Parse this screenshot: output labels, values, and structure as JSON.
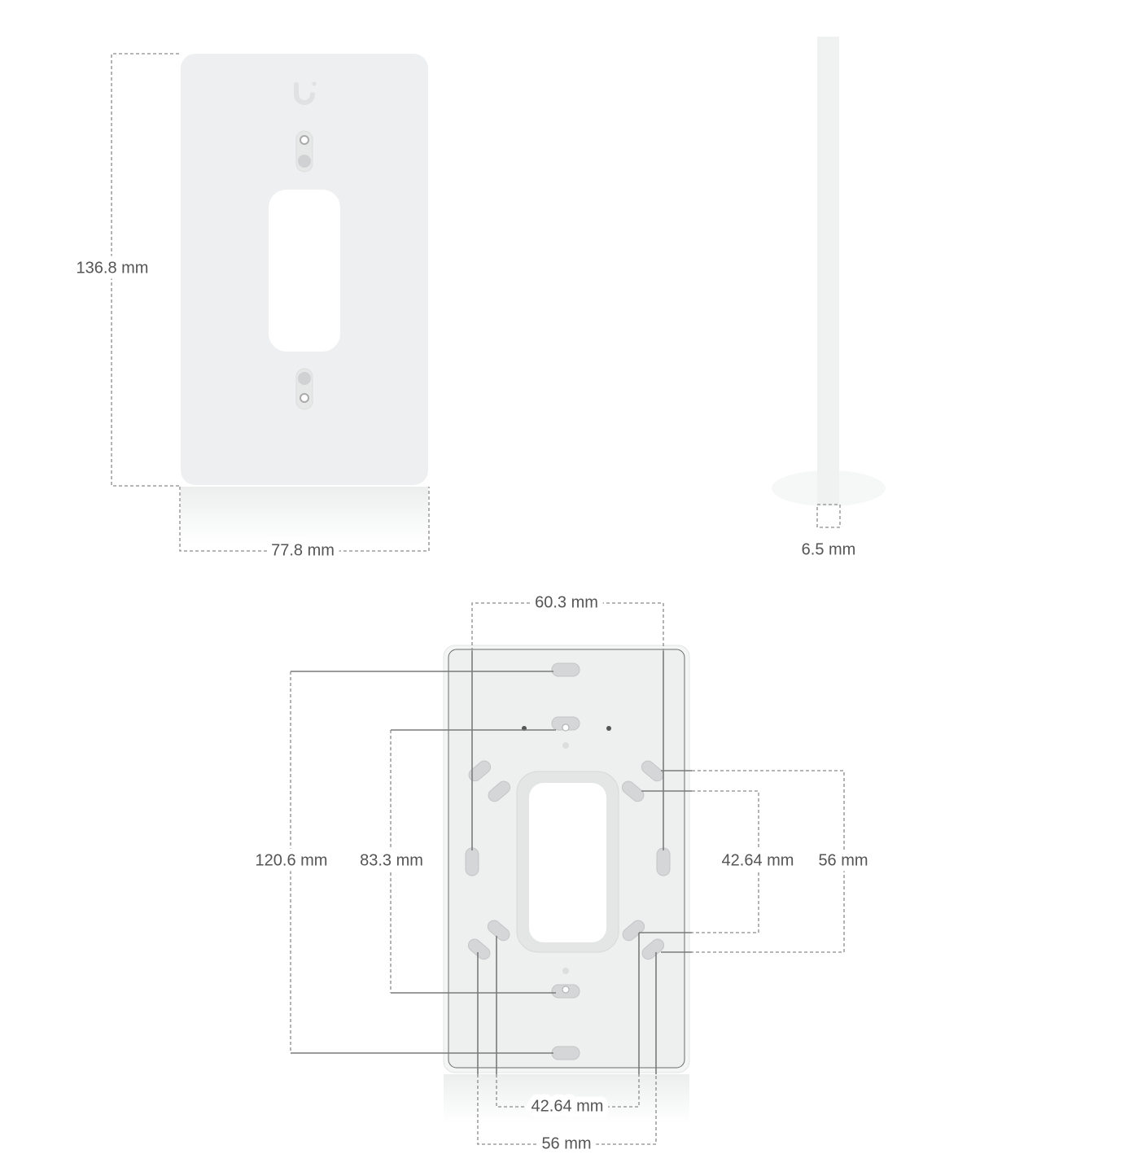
{
  "front_view": {
    "height_label": "136.8 mm",
    "width_label": "77.8 mm",
    "logo": "ubiquiti-u-logo"
  },
  "side_view": {
    "depth_label": "6.5 mm"
  },
  "back_view": {
    "top_hole_spacing_label": "60.3 mm",
    "outer_vertical_label": "120.6 mm",
    "inner_vertical_label": "83.3 mm",
    "right_inner_label": "42.64 mm",
    "right_outer_label": "56 mm",
    "bottom_inner_label": "42.64 mm",
    "bottom_outer_label": "56 mm"
  },
  "colors": {
    "plate": "#eeeff0",
    "dimension_line": "#8a8a8a",
    "label_text": "#555555"
  }
}
